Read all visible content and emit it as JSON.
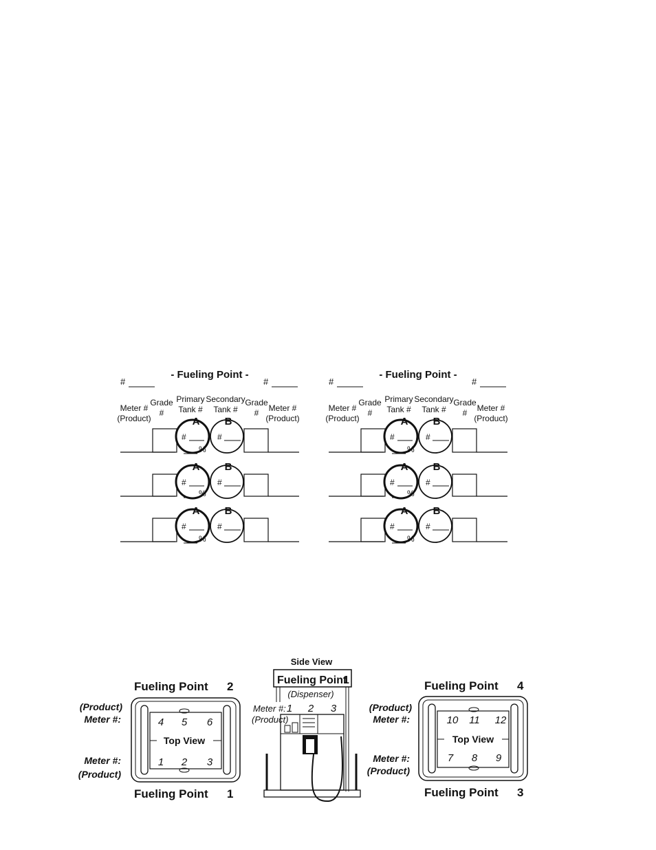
{
  "fueling_point_title": "- Fueling Point -",
  "hash": "#",
  "labels": {
    "meter_line1": "Meter #",
    "meter_line2": "(Product)",
    "grade_line1": "Grade",
    "grade_line2": "#",
    "primary_line1": "Primary",
    "primary_line2": "Tank #",
    "secondary_line1": "Secondary",
    "secondary_line2": "Tank #",
    "tank_a": "A",
    "tank_b": "B",
    "percent": "%"
  },
  "side_view": {
    "title": "Side View",
    "sign": "Fueling Point",
    "sign_number": "1",
    "dispenser": "(Dispenser)",
    "meter_label": "Meter #:",
    "product_label": "(Product)",
    "meters": [
      "1",
      "2",
      "3"
    ]
  },
  "top_views": {
    "left": {
      "top_title": "Fueling Point",
      "top_number": "2",
      "bottom_title": "Fueling Point",
      "bottom_number": "1",
      "label_top_1": "(Product)",
      "label_top_2": "Meter #:",
      "label_bot_1": "Meter #:",
      "label_bot_2": "(Product)",
      "top_meters": [
        "4",
        "5",
        "6"
      ],
      "bottom_meters": [
        "1",
        "2",
        "3"
      ],
      "center": "Top View"
    },
    "right": {
      "top_title": "Fueling Point",
      "top_number": "4",
      "bottom_title": "Fueling Point",
      "bottom_number": "3",
      "label_top_1": "(Product)",
      "label_top_2": "Meter #:",
      "label_bot_1": "Meter #:",
      "label_bot_2": "(Product)",
      "top_meters": [
        "10",
        "11",
        "12"
      ],
      "bottom_meters": [
        "7",
        "8",
        "9"
      ],
      "center": "Top View"
    }
  }
}
